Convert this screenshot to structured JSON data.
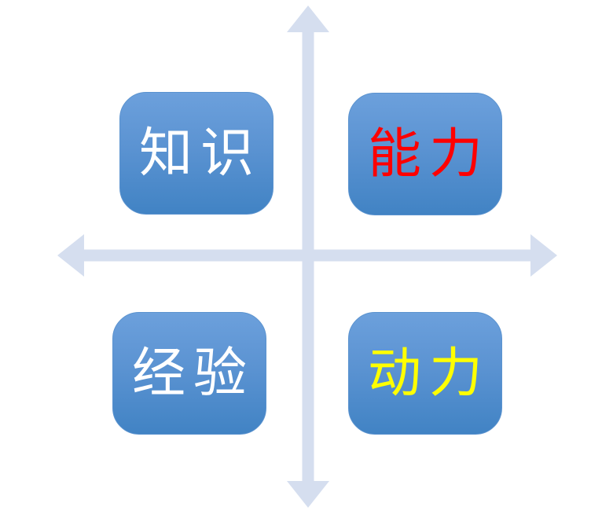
{
  "diagram": {
    "type": "quadrant-diagram",
    "background_color": "#FFFFFF"
  },
  "axes": {
    "color": "#D5DEEF",
    "vertical_arrow": "double-headed vertical arrow",
    "horizontal_arrow": "double-headed horizontal arrow"
  },
  "box_style": {
    "fill_gradient_top": "#6CA0DC",
    "fill_gradient_bottom": "#4183C4",
    "border_color": "#5B93CF"
  },
  "quadrants": [
    {
      "position": "top-left",
      "label": "知识",
      "text_color": "#FFFFFF"
    },
    {
      "position": "top-right",
      "label": "能力",
      "text_color": "#FF0000"
    },
    {
      "position": "bottom-left",
      "label": "经验",
      "text_color": "#FFFFFF"
    },
    {
      "position": "bottom-right",
      "label": "动力",
      "text_color": "#FFFF00"
    }
  ]
}
